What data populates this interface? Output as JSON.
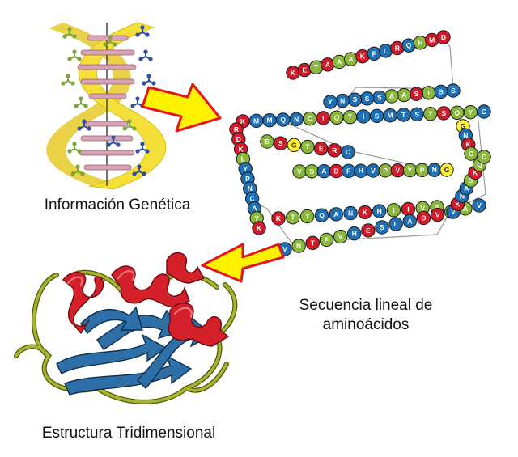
{
  "labels": {
    "dna": "Información Genética",
    "sequence_line1": "Secuencia lineal de",
    "sequence_line2": "aminoácidos",
    "structure": "Estructura Tridimensional"
  },
  "colors": {
    "helix_yellow": "#F5E03A",
    "arrow_yellow": "#FFF200",
    "arrow_red": "#E3141B",
    "bead_blue": "#1F6FB4",
    "bead_green": "#8BB83A",
    "bead_red": "#D11A2A",
    "bead_yellow": "#FFEE33",
    "strand_blue": "#2F6FA8",
    "alpha_red": "#D3202A",
    "loop_olive": "#8E9A22"
  },
  "sequence_rows": [
    "KETAAAKFLRQHMD",
    "SSTSAASSSNY",
    "KMMQNCIQTISMTSYSQYC",
    "SSGTERC",
    "VSADFHVPVYPNG",
    "KTTQANKHIIVA",
    "VNTFVHESLADVQAV",
    "RDKLYPNCAYK",
    "GNKC",
    "VKNASKQC"
  ]
}
